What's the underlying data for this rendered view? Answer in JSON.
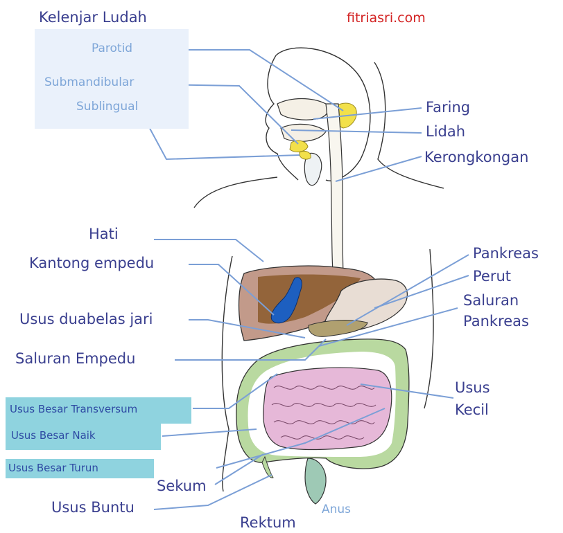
{
  "brand": "fitriasri.com",
  "salivary": {
    "title": "Kelenjar Ludah",
    "items": [
      "Parotid",
      "Submandibular",
      "Sublingual"
    ]
  },
  "labels_right": {
    "faring": "Faring",
    "lidah": "Lidah",
    "kerongkongan": "Kerongkongan",
    "pankreas": "Pankreas",
    "perut": "Perut",
    "saluran_pankreas_1": "Saluran",
    "saluran_pankreas_2": "Pankreas",
    "usus_kecil_1": "Usus",
    "usus_kecil_2": "Kecil",
    "anus": "Anus"
  },
  "labels_left": {
    "hati": "Hati",
    "kantong_empedu": "Kantong empedu",
    "usus_duabelas_jari": "Usus duabelas jari",
    "saluran_empedu": "Saluran Empedu",
    "usus_besar_transversum": "Usus Besar Transversum",
    "usus_besar_naik": "Usus Besar Naik",
    "usus_besar_turun": "Usus Besar Turun",
    "sekum": "Sekum",
    "usus_buntu": "Usus Buntu",
    "rektum": "Rektum"
  },
  "colors": {
    "label_text": "#3a3f8f",
    "leader_line": "#7b9fd6",
    "brand_red": "#d32222",
    "liver": "#8b5a2b",
    "gallbladder": "#1d5fc0",
    "small_intestine": "#e6b8d8",
    "large_intestine": "#8fc48a",
    "salivary_gland": "#f2e04a",
    "highlight_box": "#8fd3df"
  }
}
